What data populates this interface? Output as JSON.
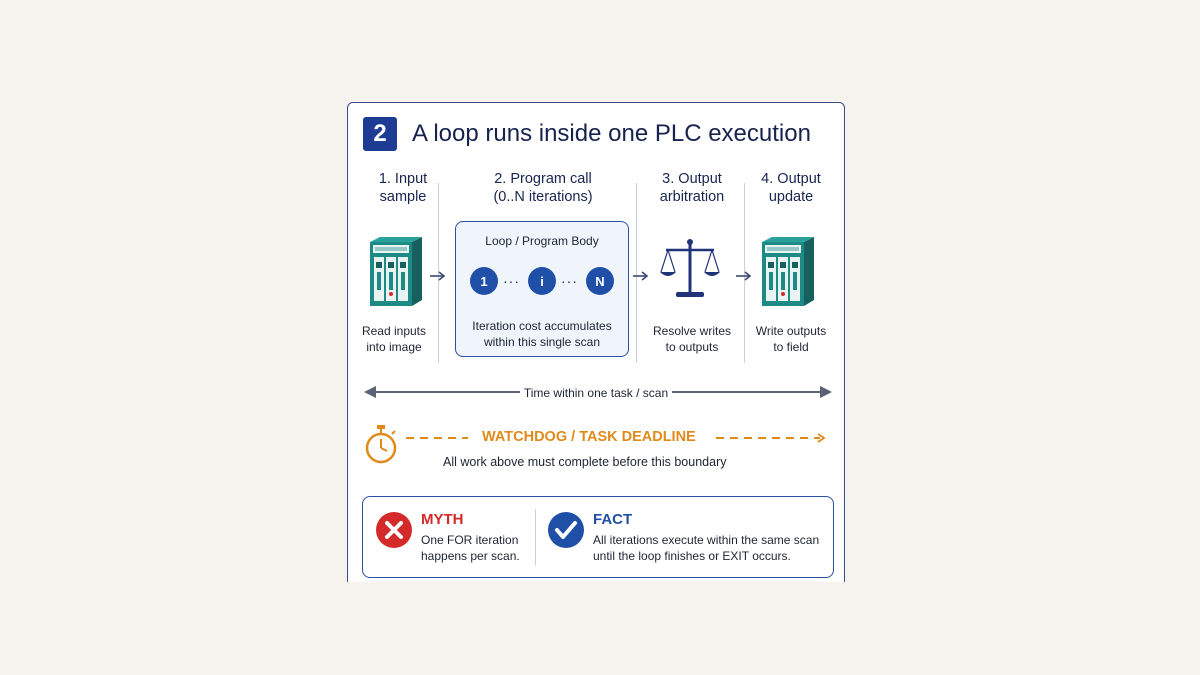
{
  "header": {
    "number": "2",
    "title": "A loop runs inside one PLC execution"
  },
  "steps": [
    {
      "title_line1": "1. Input",
      "title_line2": "sample",
      "desc_line1": "Read inputs",
      "desc_line2": "into image",
      "icon": "plc-cabinet-icon"
    },
    {
      "title_line1": "2. Program call",
      "title_line2": "(0..N iterations)"
    },
    {
      "title_line1": "3. Output",
      "title_line2": "arbitration",
      "desc_line1": "Resolve writes",
      "desc_line2": "to outputs",
      "icon": "scales-icon"
    },
    {
      "title_line1": "4. Output",
      "title_line2": "update",
      "desc_line1": "Write outputs",
      "desc_line2": "to field",
      "icon": "plc-cabinet-icon"
    }
  ],
  "loop_box": {
    "title": "Loop / Program Body",
    "iterations": [
      "1",
      "i",
      "N"
    ],
    "separator": "···",
    "desc_line1": "Iteration cost accumulates",
    "desc_line2": "within this single scan"
  },
  "timeline": {
    "label": "Time within one task / scan"
  },
  "watchdog": {
    "label": "WATCHDOG / TASK DEADLINE",
    "sub": "All work above must complete before this boundary",
    "icon": "stopwatch-icon"
  },
  "myth": {
    "title": "MYTH",
    "line1": "One FOR iteration",
    "line2": "happens per scan."
  },
  "fact": {
    "title": "FACT",
    "line1": "All iterations execute within the same scan",
    "line2": "until the loop finishes or EXIT occurs."
  },
  "colors": {
    "navy": "#1f3c94",
    "orange": "#df8a1a",
    "red": "#d42a2a",
    "teal": "#1e8a86",
    "blue": "#1f4fa6"
  }
}
